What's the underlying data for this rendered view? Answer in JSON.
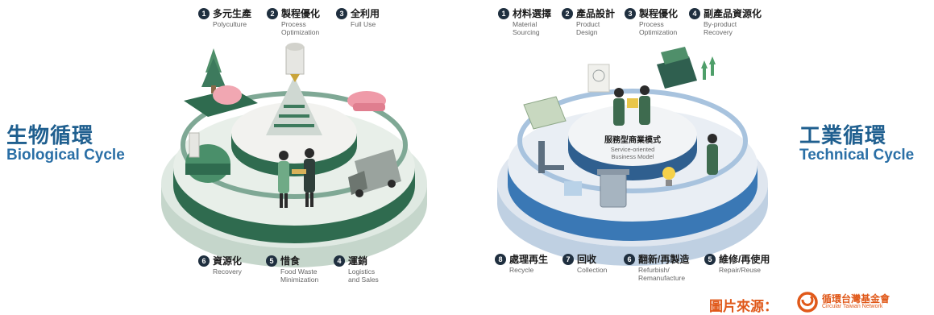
{
  "bio": {
    "title_zh": "生物循環",
    "title_en": "Biological Cycle",
    "top_steps": [
      {
        "num": "1",
        "zh": "多元生產",
        "en": "Polyculture"
      },
      {
        "num": "2",
        "zh": "製程優化",
        "en": "Process\nOptimization"
      },
      {
        "num": "3",
        "zh": "全利用",
        "en": "Full Use"
      }
    ],
    "bottom_steps": [
      {
        "num": "6",
        "zh": "資源化",
        "en": "Recovery"
      },
      {
        "num": "5",
        "zh": "惜食",
        "en": "Food Waste\nMinimization"
      },
      {
        "num": "4",
        "zh": "運銷",
        "en": "Logistics\nand Sales"
      }
    ]
  },
  "tech": {
    "title_zh": "工業循環",
    "title_en": "Technical Cycle",
    "center_zh": "服務型商業模式",
    "center_en": "Service-oriented\nBusiness Model",
    "top_steps": [
      {
        "num": "1",
        "zh": "材料選擇",
        "en": "Material\nSourcing"
      },
      {
        "num": "2",
        "zh": "產品設計",
        "en": "Product\nDesign"
      },
      {
        "num": "3",
        "zh": "製程優化",
        "en": "Process\nOptimization"
      },
      {
        "num": "4",
        "zh": "副產品資源化",
        "en": "By-product\nRecovery"
      }
    ],
    "bottom_steps": [
      {
        "num": "8",
        "zh": "處理再生",
        "en": "Recycle"
      },
      {
        "num": "7",
        "zh": "回收",
        "en": "Collection"
      },
      {
        "num": "6",
        "zh": "翻新/再製造",
        "en": "Refurbish/\nRemanufacture"
      },
      {
        "num": "5",
        "zh": "維修/再使用",
        "en": "Repair/Reuse"
      }
    ]
  },
  "credit": {
    "label": "圖片來源：",
    "org_zh": "循環台灣基金會",
    "org_en": "Circular Taiwan Network"
  },
  "colors": {
    "bio_green": "#2f6b4f",
    "tech_blue": "#3a78b5",
    "accent_orange": "#e0591a"
  }
}
